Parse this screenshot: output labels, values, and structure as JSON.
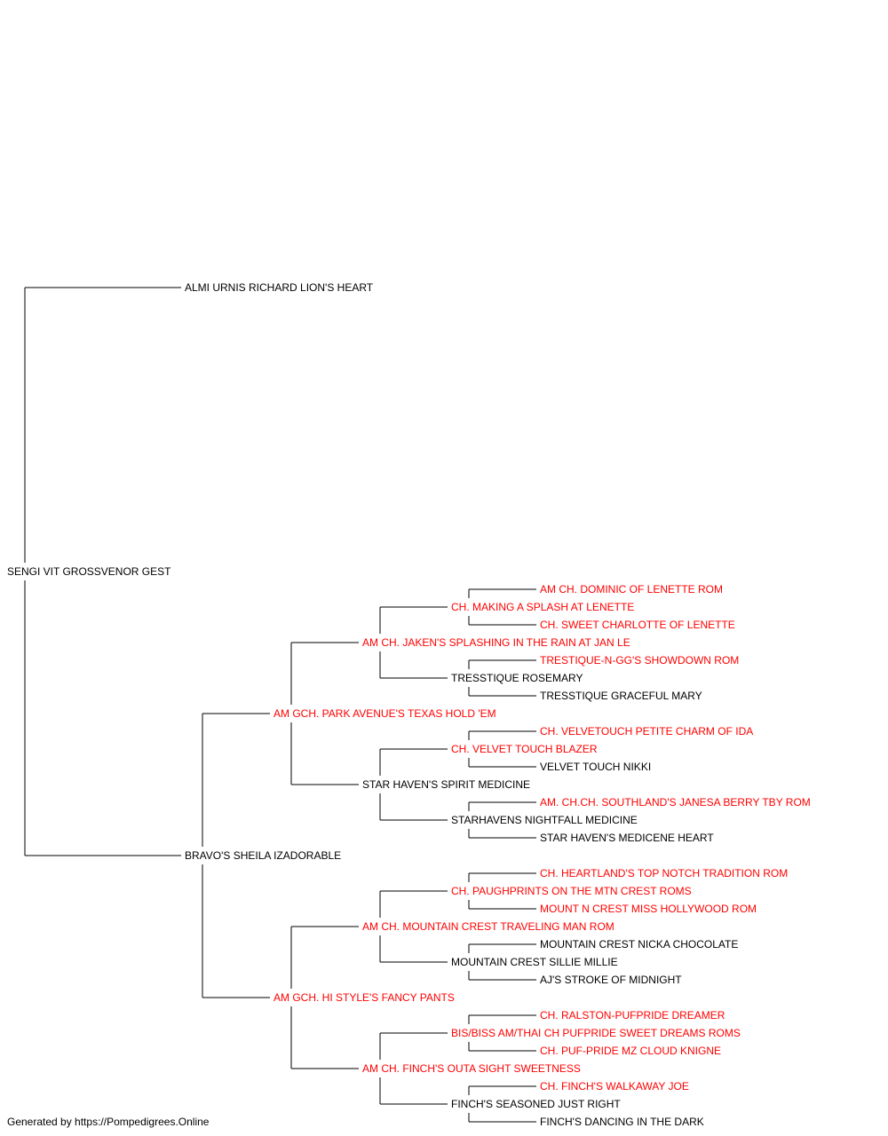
{
  "colors": {
    "champion": "#ff0000",
    "regular": "#000000",
    "line": "#000000"
  },
  "pedigree": {
    "name": "SENGI VIT GROSSVENOR GEST",
    "champion": false,
    "sire": {
      "name": "ALMI URNIS RICHARD LION'S HEART",
      "champion": false
    },
    "dam": {
      "name": "BRAVO'S SHEILA IZADORABLE",
      "champion": false,
      "sire": {
        "name": "AM GCH. PARK AVENUE'S TEXAS HOLD 'EM",
        "champion": true,
        "sire": {
          "name": "AM CH. JAKEN'S SPLASHING IN THE RAIN AT JAN LE",
          "champion": true,
          "sire": {
            "name": "CH. MAKING A SPLASH AT LENETTE",
            "champion": true,
            "sire": {
              "name": "AM CH. DOMINIC OF LENETTE ROM",
              "champion": true
            },
            "dam": {
              "name": "CH. SWEET CHARLOTTE OF LENETTE",
              "champion": true
            }
          },
          "dam": {
            "name": "TRESSTIQUE ROSEMARY",
            "champion": false,
            "sire": {
              "name": "TRESTIQUE-N-GG'S SHOWDOWN ROM",
              "champion": true
            },
            "dam": {
              "name": "TRESSTIQUE GRACEFUL MARY",
              "champion": false
            }
          }
        },
        "dam": {
          "name": "STAR HAVEN'S SPIRIT MEDICINE",
          "champion": false,
          "sire": {
            "name": "CH. VELVET TOUCH BLAZER",
            "champion": true,
            "sire": {
              "name": "CH. VELVETOUCH PETITE CHARM OF IDA",
              "champion": true
            },
            "dam": {
              "name": "VELVET TOUCH NIKKI",
              "champion": false
            }
          },
          "dam": {
            "name": "STARHAVENS NIGHTFALL MEDICINE",
            "champion": false,
            "sire": {
              "name": "AM. CH.CH. SOUTHLAND'S JANESA BERRY TBY ROM",
              "champion": true
            },
            "dam": {
              "name": "STAR HAVEN'S MEDICENE HEART",
              "champion": false
            }
          }
        }
      },
      "dam": {
        "name": "AM GCH. HI STYLE'S FANCY PANTS",
        "champion": true,
        "sire": {
          "name": "AM CH. MOUNTAIN CREST TRAVELING MAN ROM",
          "champion": true,
          "sire": {
            "name": "CH. PAUGHPRINTS ON THE MTN CREST ROMS",
            "champion": true,
            "sire": {
              "name": "CH. HEARTLAND'S TOP NOTCH TRADITION ROM",
              "champion": true
            },
            "dam": {
              "name": "MOUNT N CREST MISS HOLLYWOOD ROM",
              "champion": true
            }
          },
          "dam": {
            "name": "MOUNTAIN CREST SILLIE MILLIE",
            "champion": false,
            "sire": {
              "name": "MOUNTAIN CREST NICKA CHOCOLATE",
              "champion": false
            },
            "dam": {
              "name": "AJ'S STROKE OF MIDNIGHT",
              "champion": false
            }
          }
        },
        "dam": {
          "name": "AM CH. FINCH'S OUTA SIGHT SWEETNESS",
          "champion": true,
          "sire": {
            "name": "BIS/BISS AM/THAI CH PUFPRIDE SWEET DREAMS ROMS",
            "champion": true,
            "sire": {
              "name": "CH. RALSTON-PUFPRIDE DREAMER",
              "champion": true
            },
            "dam": {
              "name": "CH. PUF-PRIDE MZ CLOUD KNIGNE",
              "champion": true
            }
          },
          "dam": {
            "name": "FINCH'S SEASONED JUST RIGHT",
            "champion": false,
            "sire": {
              "name": "CH. FINCH'S WALKAWAY JOE",
              "champion": true
            },
            "dam": {
              "name": "FINCH'S DANCING IN THE DARK",
              "champion": false
            }
          }
        }
      }
    }
  },
  "footer": {
    "text": "Generated by https://Pompedigrees.Online"
  }
}
